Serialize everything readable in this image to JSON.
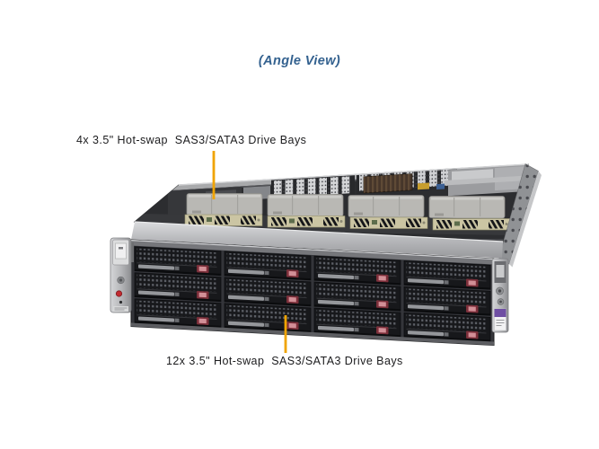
{
  "page": {
    "background_color": "#ffffff"
  },
  "title": {
    "text": "(Angle View)",
    "color": "#33618f"
  },
  "callouts": {
    "top_label": "4x 3.5\" Hot-swap  SAS3/SATA3 Drive Bays",
    "bottom_label": "12x 3.5\" Hot-swap  SAS3/SATA3 Drive Bays",
    "leader_line_color": "#f0a400"
  },
  "figure": {
    "subject": "2U rackmount storage server chassis shown at an angle with open top",
    "front_drive_bays": {
      "count": 12,
      "grid": "4 columns x 3 rows",
      "type": "3.5\" hot-swap SAS3/SATA3"
    },
    "rear_top_drive_bays": {
      "count": 4,
      "type": "3.5\" hot-swap SAS3/SATA3"
    }
  }
}
